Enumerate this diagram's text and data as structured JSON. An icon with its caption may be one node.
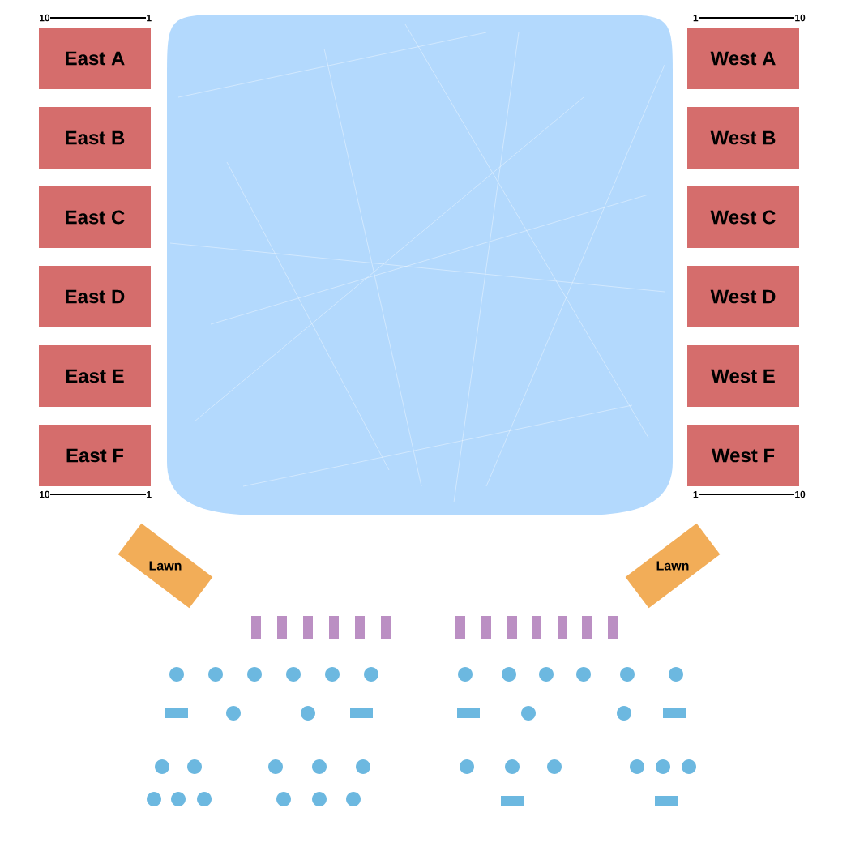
{
  "diagram": {
    "nodes": [
      {
        "text": [
          "East A"
        ]
      },
      {
        "text": [
          "East B"
        ]
      },
      {
        "text": [
          "East C"
        ]
      },
      {
        "text": [
          "East D"
        ]
      },
      {
        "text": [
          "East E"
        ]
      },
      {
        "text": [
          "East F"
        ]
      },
      {
        "text": [
          "West A"
        ]
      },
      {
        "text": [
          "West B"
        ]
      },
      {
        "text": [
          "West C"
        ]
      },
      {
        "text": [
          "West D"
        ]
      },
      {
        "text": [
          "West E"
        ]
      },
      {
        "text": [
          "West F"
        ]
      },
      {
        "text": [
          "Lawn"
        ]
      },
      {
        "text": [
          "Lawn"
        ]
      },
      {
        "text": [],
        "shape": "bar"
      },
      {
        "text": [],
        "shape": "bar"
      },
      {
        "text": [],
        "shape": "bar"
      },
      {
        "text": [],
        "shape": "bar"
      },
      {
        "text": [],
        "shape": "bar"
      },
      {
        "text": [],
        "shape": "bar"
      },
      {
        "text": [],
        "shape": "bar"
      },
      {
        "text": [],
        "shape": "bar"
      },
      {
        "text": [],
        "shape": "bar"
      },
      {
        "text": [],
        "shape": "bar"
      },
      {
        "text": [],
        "shape": "bar"
      },
      {
        "text": [],
        "shape": "bar"
      },
      {
        "text": [],
        "shape": "bar"
      },
      {
        "text": [],
        "shape": "circle"
      },
      {
        "text": [],
        "shape": "circle"
      },
      {
        "text": [],
        "shape": "circle"
      },
      {
        "text": [],
        "shape": "circle"
      },
      {
        "text": [],
        "shape": "circle"
      },
      {
        "text": [],
        "shape": "circle"
      },
      {
        "text": [],
        "shape": "circle"
      },
      {
        "text": [],
        "shape": "circle"
      },
      {
        "text": [],
        "shape": "circle"
      },
      {
        "text": [],
        "shape": "circle"
      },
      {
        "text": [],
        "shape": "circle"
      },
      {
        "text": [],
        "shape": "circle"
      },
      {
        "text": [],
        "shape": "box"
      },
      {
        "text": [],
        "shape": "circle"
      },
      {
        "text": [],
        "shape": "circle"
      },
      {
        "text": [],
        "shape": "box"
      },
      {
        "text": [],
        "shape": "box"
      },
      {
        "text": [],
        "shape": "circle"
      },
      {
        "text": [],
        "shape": "circle"
      },
      {
        "text": [],
        "shape": "box"
      },
      {
        "text": [],
        "shape": "circle"
      },
      {
        "text": [],
        "shape": "circle"
      },
      {
        "text": [],
        "shape": "circle"
      },
      {
        "text": [],
        "shape": "circle"
      },
      {
        "text": [],
        "shape": "circle"
      },
      {
        "text": [],
        "shape": "circle"
      },
      {
        "text": [],
        "shape": "circle"
      },
      {
        "text": [],
        "shape": "circle"
      },
      {
        "text": [],
        "shape": "circle"
      },
      {
        "text": [],
        "shape": "circle"
      },
      {
        "text": [],
        "shape": "circle"
      },
      {
        "text": [],
        "shape": "circle"
      },
      {
        "text": [],
        "shape": "circle"
      },
      {
        "text": [],
        "shape": "circle"
      },
      {
        "text": [],
        "shape": "circle"
      },
      {
        "text": [],
        "shape": "circle"
      },
      {
        "text": [],
        "shape": "circle"
      },
      {
        "text": [],
        "shape": "box"
      },
      {
        "text": [],
        "shape": "box"
      }
    ],
    "labels": [
      "10",
      "1",
      "1",
      "10",
      "10",
      "1",
      "1",
      "10"
    ]
  }
}
